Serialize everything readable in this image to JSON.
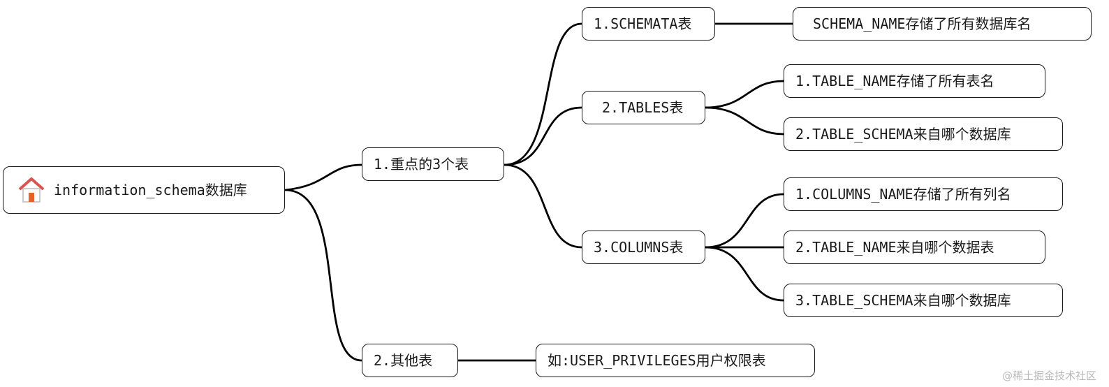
{
  "root": {
    "icon": "home-icon",
    "label": "information_schema数据库"
  },
  "branch1": {
    "label": "1.重点的3个表",
    "schemata": {
      "label": "1.SCHEMATA表",
      "detail": "SCHEMA_NAME存储了所有数据库名"
    },
    "tables": {
      "label": "2.TABLES表",
      "details": [
        "1.TABLE_NAME存储了所有表名",
        "2.TABLE_SCHEMA来自哪个数据库"
      ]
    },
    "columns": {
      "label": "3.COLUMNS表",
      "details": [
        "1.COLUMNS_NAME存储了所有列名",
        "2.TABLE_NAME来自哪个数据表",
        "3.TABLE_SCHEMA来自哪个数据库"
      ]
    }
  },
  "branch2": {
    "label": "2.其他表",
    "detail": "如:USER_PRIVILEGES用户权限表"
  },
  "watermark": "@稀土掘金技术社区",
  "colors": {
    "line": "#000000",
    "border": "#1a1a1a",
    "roof": "#d9534f",
    "door": "#e8602c"
  }
}
